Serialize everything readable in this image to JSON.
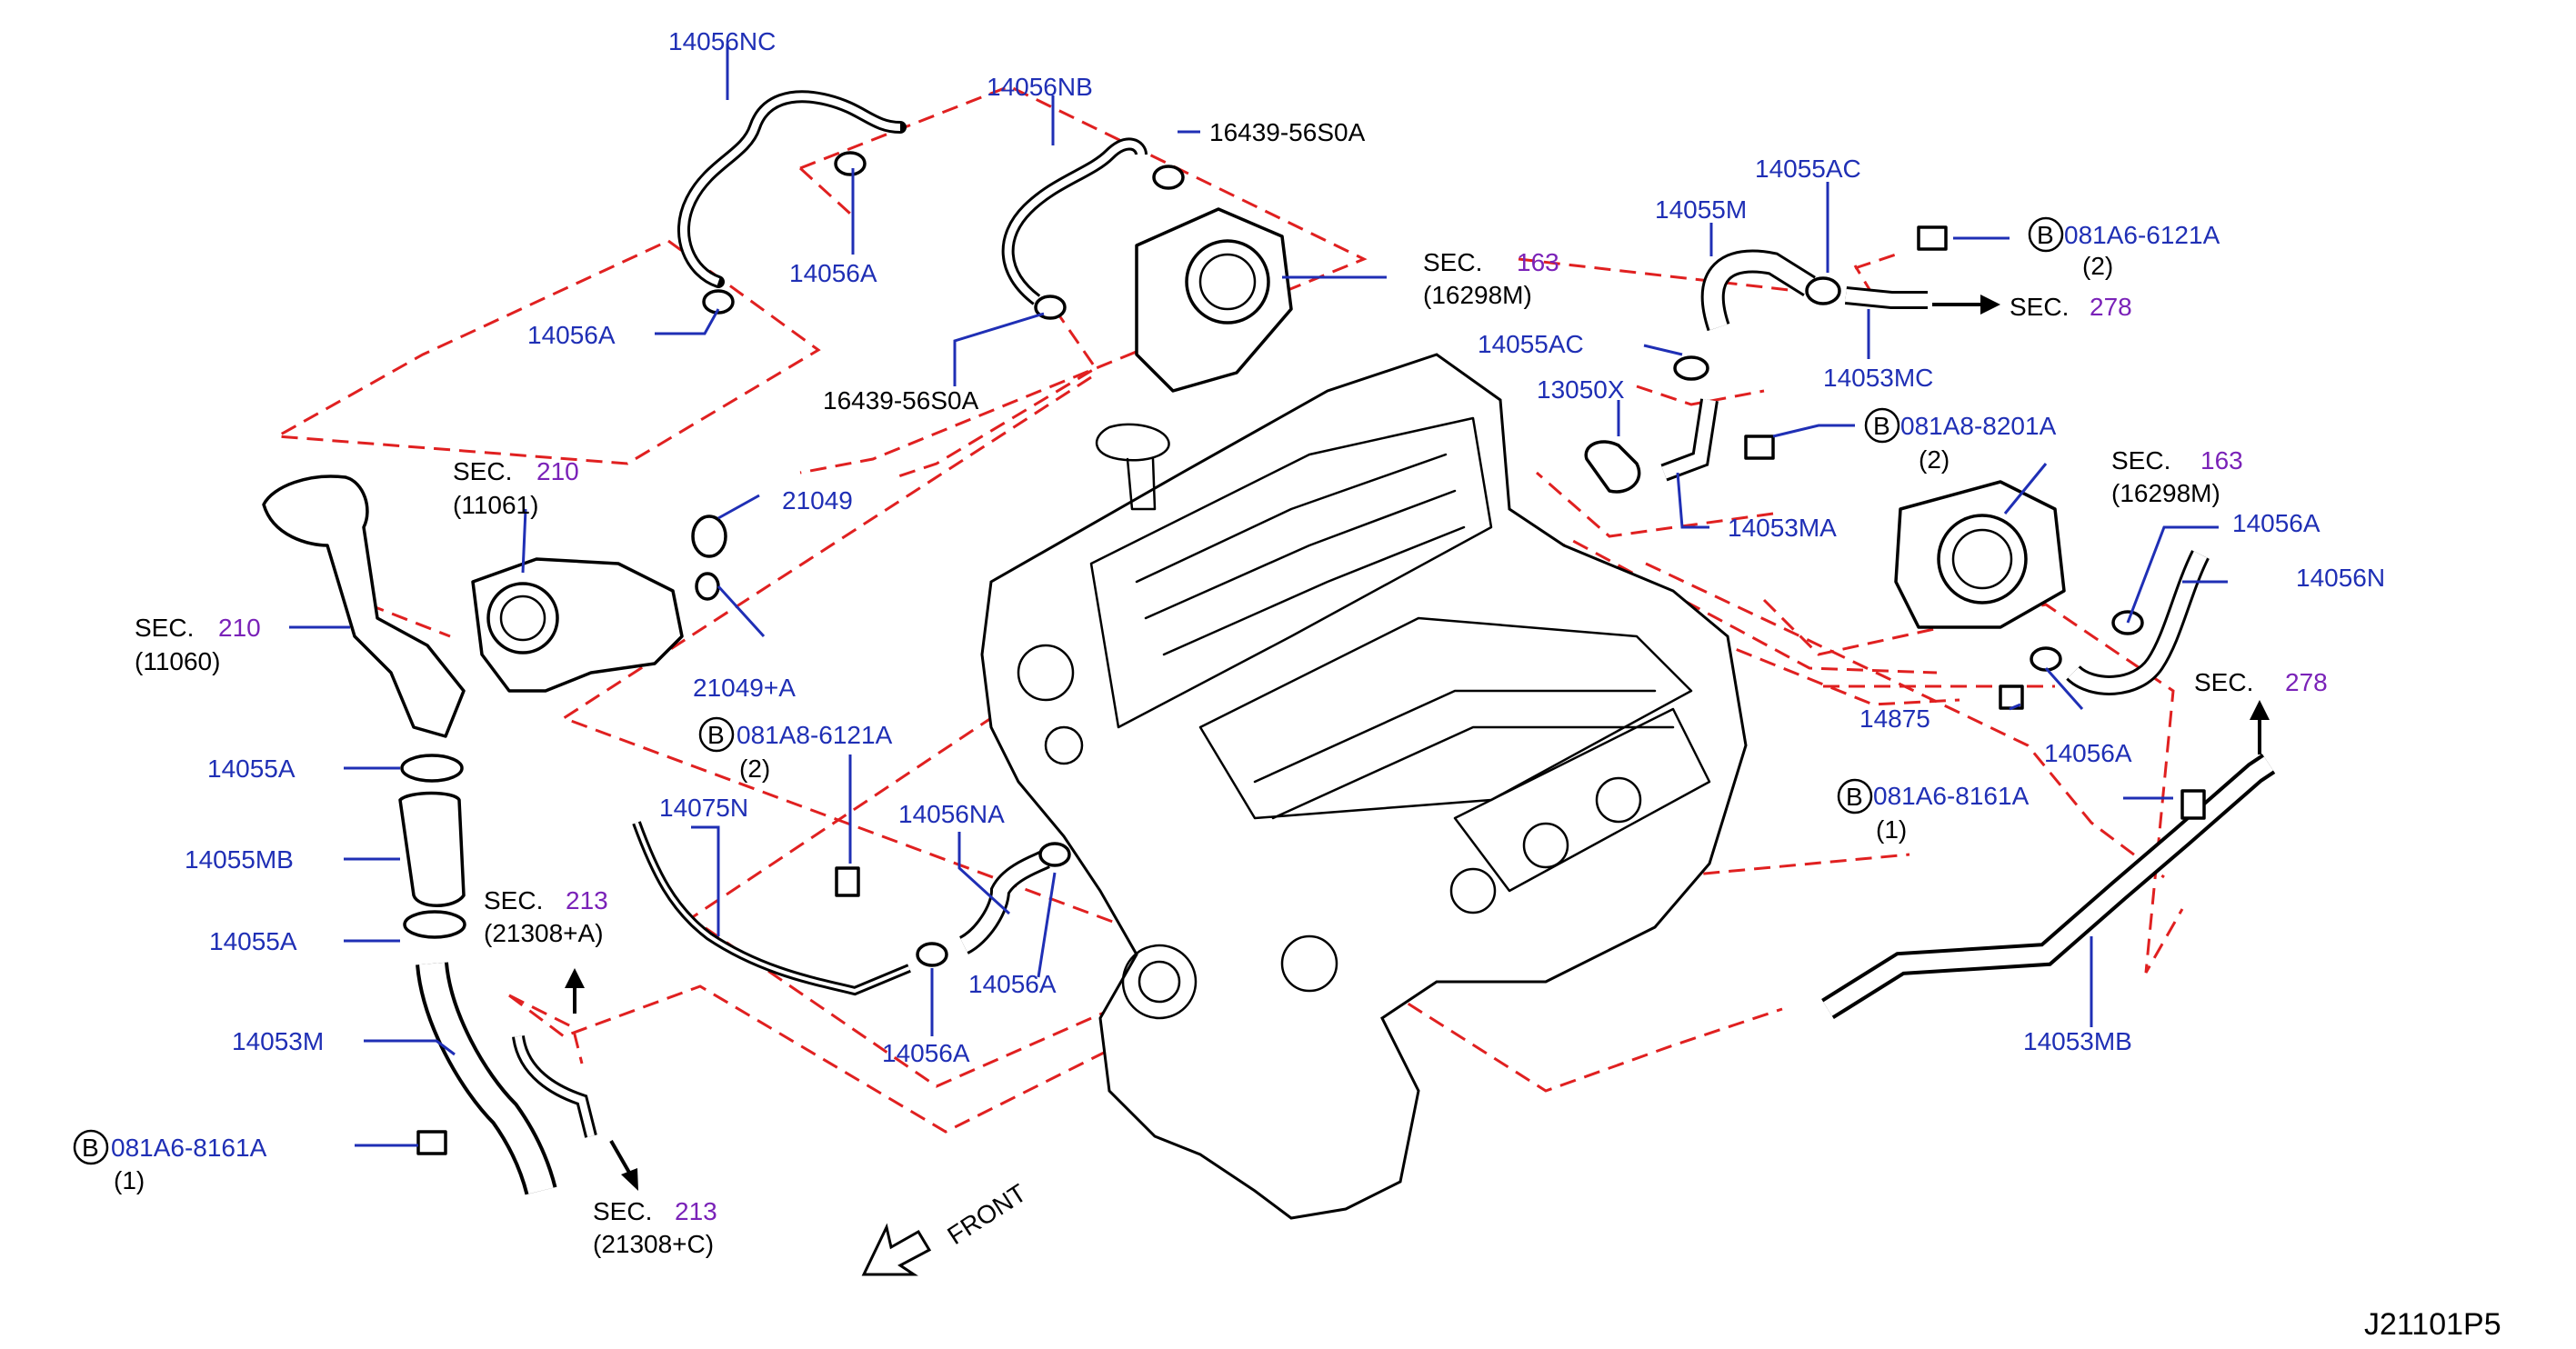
{
  "diagram": {
    "reference_code": "J21101P5",
    "front_label": "FRONT",
    "sec_word": "SEC.",
    "bolt_marker": "B",
    "labels": {
      "p14056NC": "14056NC",
      "p14056A_1": "14056A",
      "p14056A_2": "14056A",
      "p14056NB": "14056NB",
      "p16439_1": "16439-56S0A",
      "p16439_2": "16439-56S0A",
      "p14055M": "14055M",
      "p14055AC_1": "14055AC",
      "p14055AC_2": "14055AC",
      "p081A6_6121A": "081A6-6121A",
      "p081A6_6121A_qty": "(2)",
      "p14053MC": "14053MC",
      "p13050X": "13050X",
      "p081A8_8201A": "081A8-8201A",
      "p081A8_8201A_qty": "(2)",
      "p14053MA": "14053MA",
      "p21049": "21049",
      "p21049A": "21049+A",
      "p081A8_6121A": "081A8-6121A",
      "p081A8_6121A_qty": "(2)",
      "p14075N": "14075N",
      "p14056NA": "14056NA",
      "p14056A_3": "14056A",
      "p14056A_4": "14056A",
      "p14055A_1": "14055A",
      "p14055MB": "14055MB",
      "p14055A_2": "14055A",
      "p14053M": "14053M",
      "p081A6_8161A_L": "081A6-8161A",
      "p081A6_8161A_L_qty": "(1)",
      "p14056A_5": "14056A",
      "p14056N": "14056N",
      "p14056A_6": "14056A",
      "p14875": "14875",
      "p081A6_8161A_R": "081A6-8161A",
      "p081A6_8161A_R_qty": "(1)",
      "p14053MB": "14053MB"
    },
    "sections": {
      "s163_top": {
        "num": "163",
        "sub": "(16298M)"
      },
      "s278_top": {
        "num": "278"
      },
      "s163_right": {
        "num": "163",
        "sub": "(16298M)"
      },
      "s278_right": {
        "num": "278"
      },
      "s210_top": {
        "num": "210",
        "sub": "(11061)"
      },
      "s210_left": {
        "num": "210",
        "sub": "(11060)"
      },
      "s213_mid": {
        "num": "213",
        "sub": "(21308+A)"
      },
      "s213_bot": {
        "num": "213",
        "sub": "(21308+C)"
      }
    },
    "colors": {
      "part_number": "#1f2fb5",
      "section_number": "#7a22b8",
      "dashed_reference": "#e02020",
      "outline": "#000000"
    }
  }
}
